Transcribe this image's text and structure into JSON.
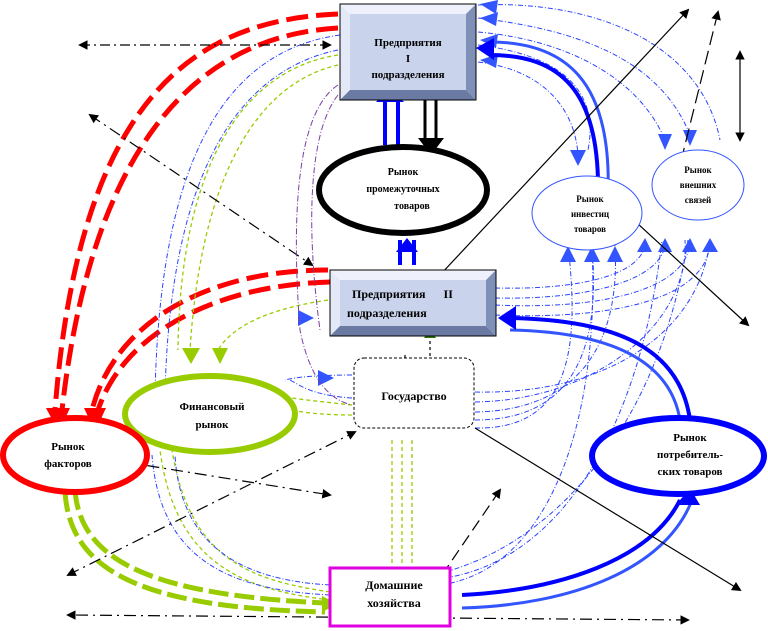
{
  "nodes": {
    "enterprises_1": {
      "line1": "Предприятия",
      "line2": "I",
      "line3": "подразделения"
    },
    "intermediate_market": {
      "line1": "Рынок",
      "line2": "промежуточных",
      "line3": "товаров"
    },
    "investment_market": {
      "line1": "Рынок",
      "line2": "инвестиц",
      "line3": "товаров"
    },
    "external_market": {
      "line1": "Рынок",
      "line2": "внешних",
      "line3": "связей"
    },
    "enterprises_2": {
      "line1": "Предприятия      II",
      "line2": "подразделения"
    },
    "government": {
      "line1": "Государство"
    },
    "financial_market": {
      "line1": "Финансовый",
      "line2": "рынок"
    },
    "factor_market": {
      "line1": "Рынок",
      "line2": "факторов"
    },
    "consumer_market": {
      "line1": "Рынок",
      "line2": "потребитель-",
      "line3": "ских товаров"
    },
    "households": {
      "line1": "Домашние",
      "line2": "хозяйства"
    }
  },
  "colors": {
    "red": "#ff0000",
    "blue": "#0000ff",
    "blue_light": "#4d6bff",
    "green": "#99cc00",
    "black": "#000000",
    "magenta": "#e000e0",
    "purple": "#7a3fa0",
    "box_fill": "#c9d3ec",
    "box_shade": "#7e8fb8"
  }
}
